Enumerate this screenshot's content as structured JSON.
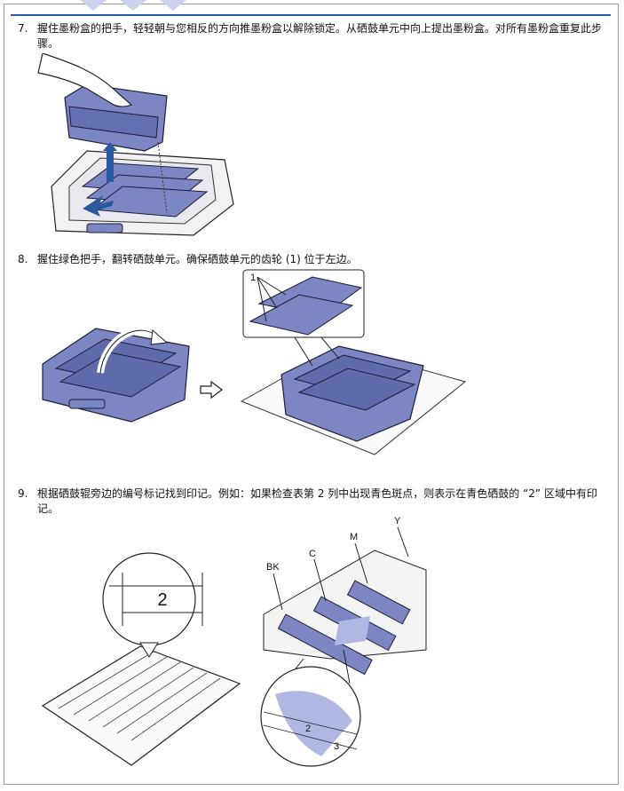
{
  "steps": [
    {
      "number": "7.",
      "text": "握住墨粉盒的把手，轻轻朝与您相反的方向推墨粉盒以解除锁定。从硒鼓单元中向上提出墨粉盒。对所有墨粉盒重复此步骤。"
    },
    {
      "number": "8.",
      "text": "握住绿色把手，翻转硒鼓单元。确保硒鼓单元的齿轮 (1) 位于左边。"
    },
    {
      "number": "9.",
      "text": "根据硒鼓辊旁边的编号标记找到印记。例如：如果检查表第 2 列中出现青色斑点，则表示在青色硒鼓的 “2” 区域中有印记。"
    }
  ],
  "figure8": {
    "callout": "1"
  },
  "figure9": {
    "sheet_column": "2",
    "labels": {
      "bk": "BK",
      "c": "C",
      "m": "M",
      "y": "Y"
    },
    "zoom_marks": [
      "2",
      "3"
    ]
  },
  "colors": {
    "accent": "#2c5aa0",
    "illustration_fill": "#7b86c2",
    "cyan_spot": "#aeb8e3"
  }
}
